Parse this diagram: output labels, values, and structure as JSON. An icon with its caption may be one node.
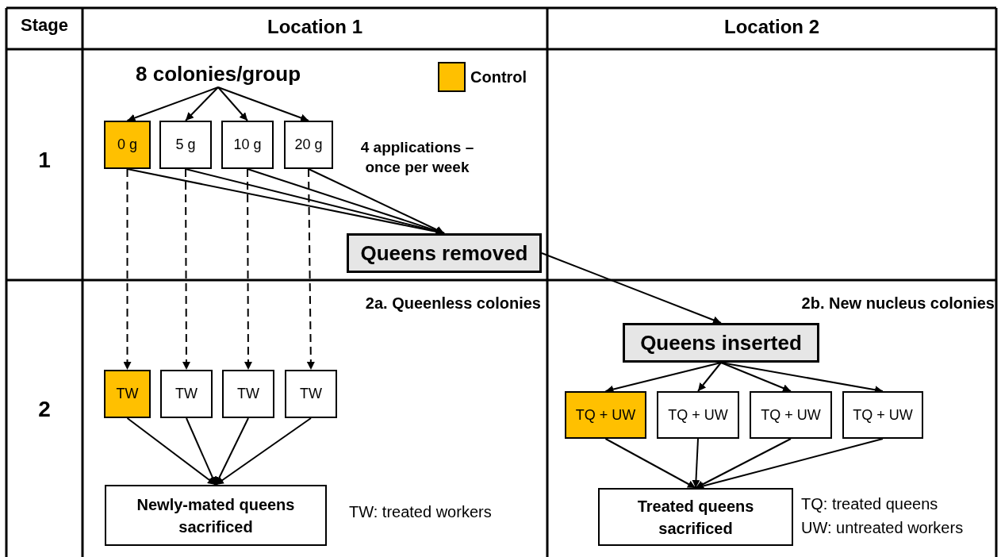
{
  "diagram": {
    "nodes": [
      {
        "text": [
          "8 colonies/group"
        ]
      },
      {
        "text": [
          "0 g"
        ]
      },
      {
        "text": [
          "5 g"
        ]
      },
      {
        "text": [
          "10 g"
        ]
      },
      {
        "text": [
          "20 g"
        ]
      },
      {
        "text": [
          "Queens removed"
        ]
      },
      {
        "text": [
          "TW"
        ]
      },
      {
        "text": [
          "TW"
        ]
      },
      {
        "text": [
          "TW"
        ]
      },
      {
        "text": [
          "TW"
        ]
      },
      {
        "text": [
          "Newly-mated queens sacrificed"
        ]
      },
      {
        "text": [
          "Queens inserted"
        ]
      },
      {
        "text": [
          "TQ + UW"
        ]
      },
      {
        "text": [
          "TQ + UW"
        ]
      },
      {
        "text": [
          "TQ + UW"
        ]
      },
      {
        "text": [
          "TQ + UW"
        ]
      },
      {
        "text": [
          "Treated queens sacrificed"
        ]
      }
    ],
    "edges": [
      {
        "from": 0,
        "to": 1,
        "arrow": "to"
      },
      {
        "from": 0,
        "to": 2,
        "arrow": "to"
      },
      {
        "from": 0,
        "to": 3,
        "arrow": "to"
      },
      {
        "from": 0,
        "to": 4,
        "arrow": "to"
      },
      {
        "from": 1,
        "to": 5,
        "arrow": "to"
      },
      {
        "from": 2,
        "to": 5,
        "arrow": "to"
      },
      {
        "from": 3,
        "to": 5,
        "arrow": "to"
      },
      {
        "from": 4,
        "to": 5,
        "arrow": "to"
      },
      {
        "from": 1,
        "to": 6,
        "arrow": "to",
        "style": "dashed"
      },
      {
        "from": 2,
        "to": 7,
        "arrow": "to",
        "style": "dashed"
      },
      {
        "from": 3,
        "to": 8,
        "arrow": "to",
        "style": "dashed"
      },
      {
        "from": 4,
        "to": 9,
        "arrow": "to",
        "style": "dashed"
      },
      {
        "from": 6,
        "to": 10,
        "arrow": "to"
      },
      {
        "from": 7,
        "to": 10,
        "arrow": "to"
      },
      {
        "from": 8,
        "to": 10,
        "arrow": "to"
      },
      {
        "from": 9,
        "to": 10,
        "arrow": "to"
      },
      {
        "from": 5,
        "to": 11,
        "arrow": "to"
      },
      {
        "from": 11,
        "to": 12,
        "arrow": "to"
      },
      {
        "from": 11,
        "to": 13,
        "arrow": "to"
      },
      {
        "from": 11,
        "to": 14,
        "arrow": "to"
      },
      {
        "from": 11,
        "to": 15,
        "arrow": "to"
      },
      {
        "from": 12,
        "to": 16,
        "arrow": "to"
      },
      {
        "from": 13,
        "to": 16,
        "arrow": "to"
      },
      {
        "from": 14,
        "to": 16,
        "arrow": "to"
      },
      {
        "from": 15,
        "to": 16,
        "arrow": "to"
      }
    ],
    "labels": [
      "Stage",
      "Location 1",
      "Location 2",
      "1",
      "4 applications – once per week",
      "2a. Queenless colonies",
      "2b. New nucleus colonies",
      "2",
      "TW: treated workers",
      "TQ: treated queens",
      "UW: untreated workers"
    ],
    "legend": [
      {
        "text": "Control",
        "color": "#ffc000"
      }
    ]
  }
}
